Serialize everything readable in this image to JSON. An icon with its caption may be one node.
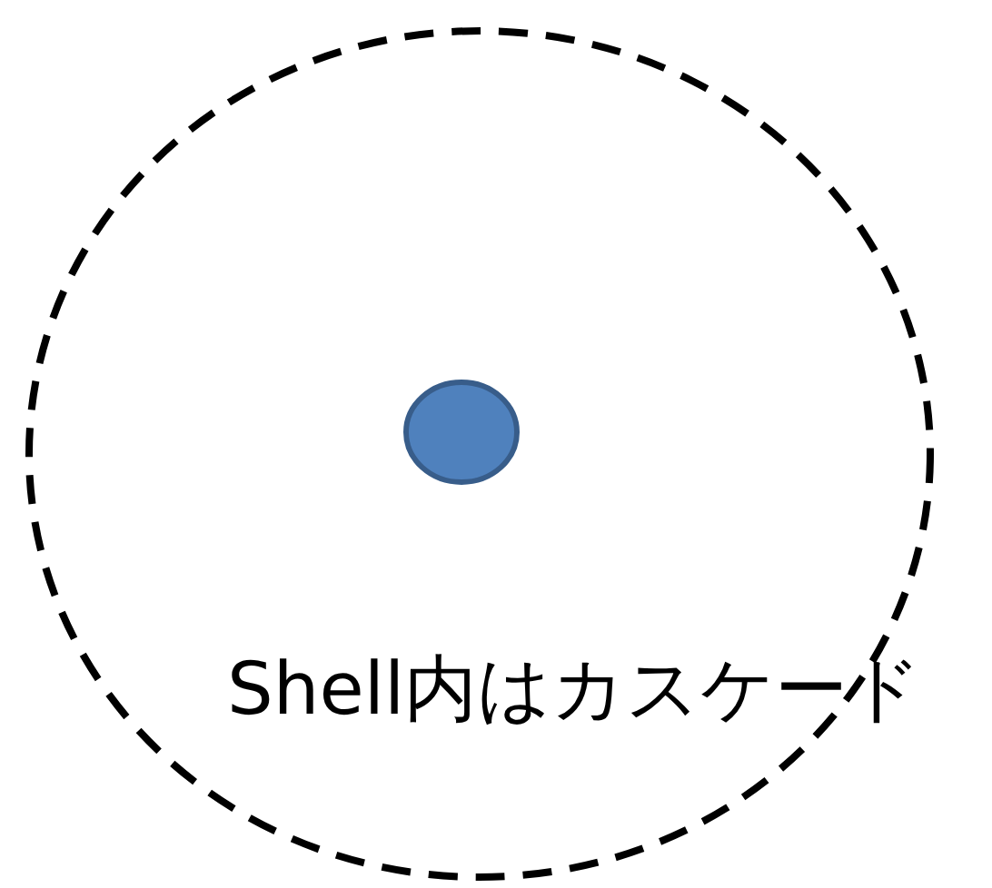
{
  "diagram": {
    "nodes": [
      {
        "text": [],
        "shape": "circle"
      },
      {
        "text": [],
        "shape": "circle",
        "in": 0
      }
    ],
    "labels": [
      "Shell内はカスケード"
    ]
  }
}
